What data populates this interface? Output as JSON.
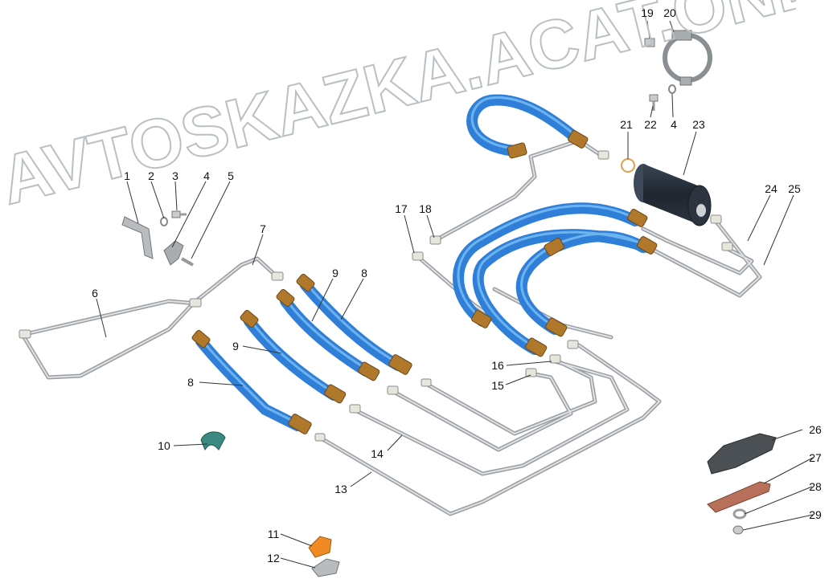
{
  "callouts": {
    "c1": "1",
    "c2": "2",
    "c3": "3",
    "c4a": "4",
    "c5": "5",
    "c6": "6",
    "c7": "7",
    "c8a": "8",
    "c8b": "8",
    "c9a": "9",
    "c9b": "9",
    "c10": "10",
    "c11": "11",
    "c12": "12",
    "c13": "13",
    "c14": "14",
    "c15": "15",
    "c16": "16",
    "c17": "17",
    "c18": "18",
    "c19": "19",
    "c20": "20",
    "c21": "21",
    "c22": "22",
    "c4b": "4",
    "c23": "23",
    "c24": "24",
    "c25": "25",
    "c26": "26",
    "c27": "27",
    "c28": "28",
    "c29": "29"
  },
  "watermark": "AVTOSKAZKA.ACAT.ONLINE",
  "colors": {
    "hose_blue": "#2f7fd8",
    "hose_light": "#6fb3f0",
    "fitting_brass": "#b0782a",
    "metal_tube": "#c4c7c9",
    "filter_dark": "#2d3440",
    "clamp_orange": "#f08a24",
    "plate_copper": "#b8705a",
    "block_gray": "#4a5053"
  }
}
